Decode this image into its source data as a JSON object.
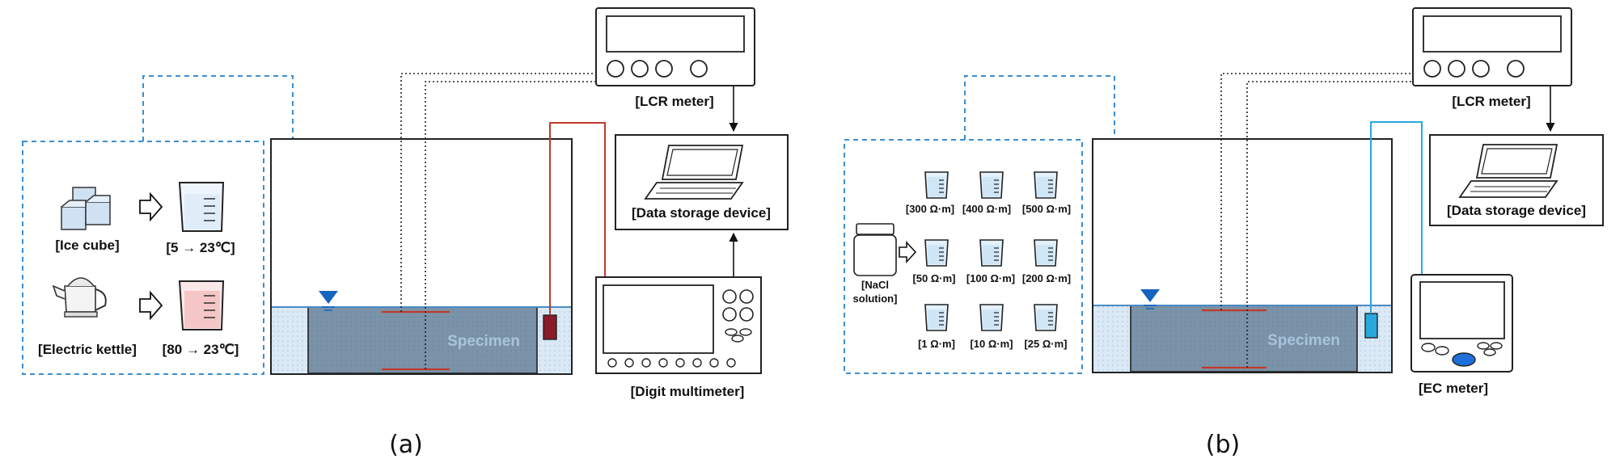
{
  "panel_a": {
    "caption": "(a)",
    "ice_label": "[Ice cube]",
    "ice_temp": "[5 → 23℃]",
    "kettle_label": "[Electric kettle]",
    "kettle_temp": "[80 → 23℃]",
    "specimen": "Specimen",
    "lcr_label": "[LCR meter]",
    "storage_label": "[Data storage device]",
    "multimeter_label": "[Digit multimeter]"
  },
  "panel_b": {
    "caption": "(b)",
    "nacl_line1": "[NaCl",
    "nacl_line2": "solution]",
    "beakers": [
      "[300 Ω·m]",
      "[400 Ω·m]",
      "[500 Ω·m]",
      "[50 Ω·m]",
      "[100 Ω·m]",
      "[200 Ω·m]",
      "[1 Ω·m]",
      "[10 Ω·m]",
      "[25 Ω·m]"
    ],
    "specimen": "Specimen",
    "lcr_label": "[LCR meter]",
    "storage_label": "[Data storage device]",
    "ec_label": "[EC meter]"
  },
  "colors": {
    "water": "#dbe9f6",
    "specimen": "#7b93a8",
    "probe_red": "#c0392b",
    "probe_blue": "#29a8e0",
    "dashed": "#3a8fd0"
  }
}
